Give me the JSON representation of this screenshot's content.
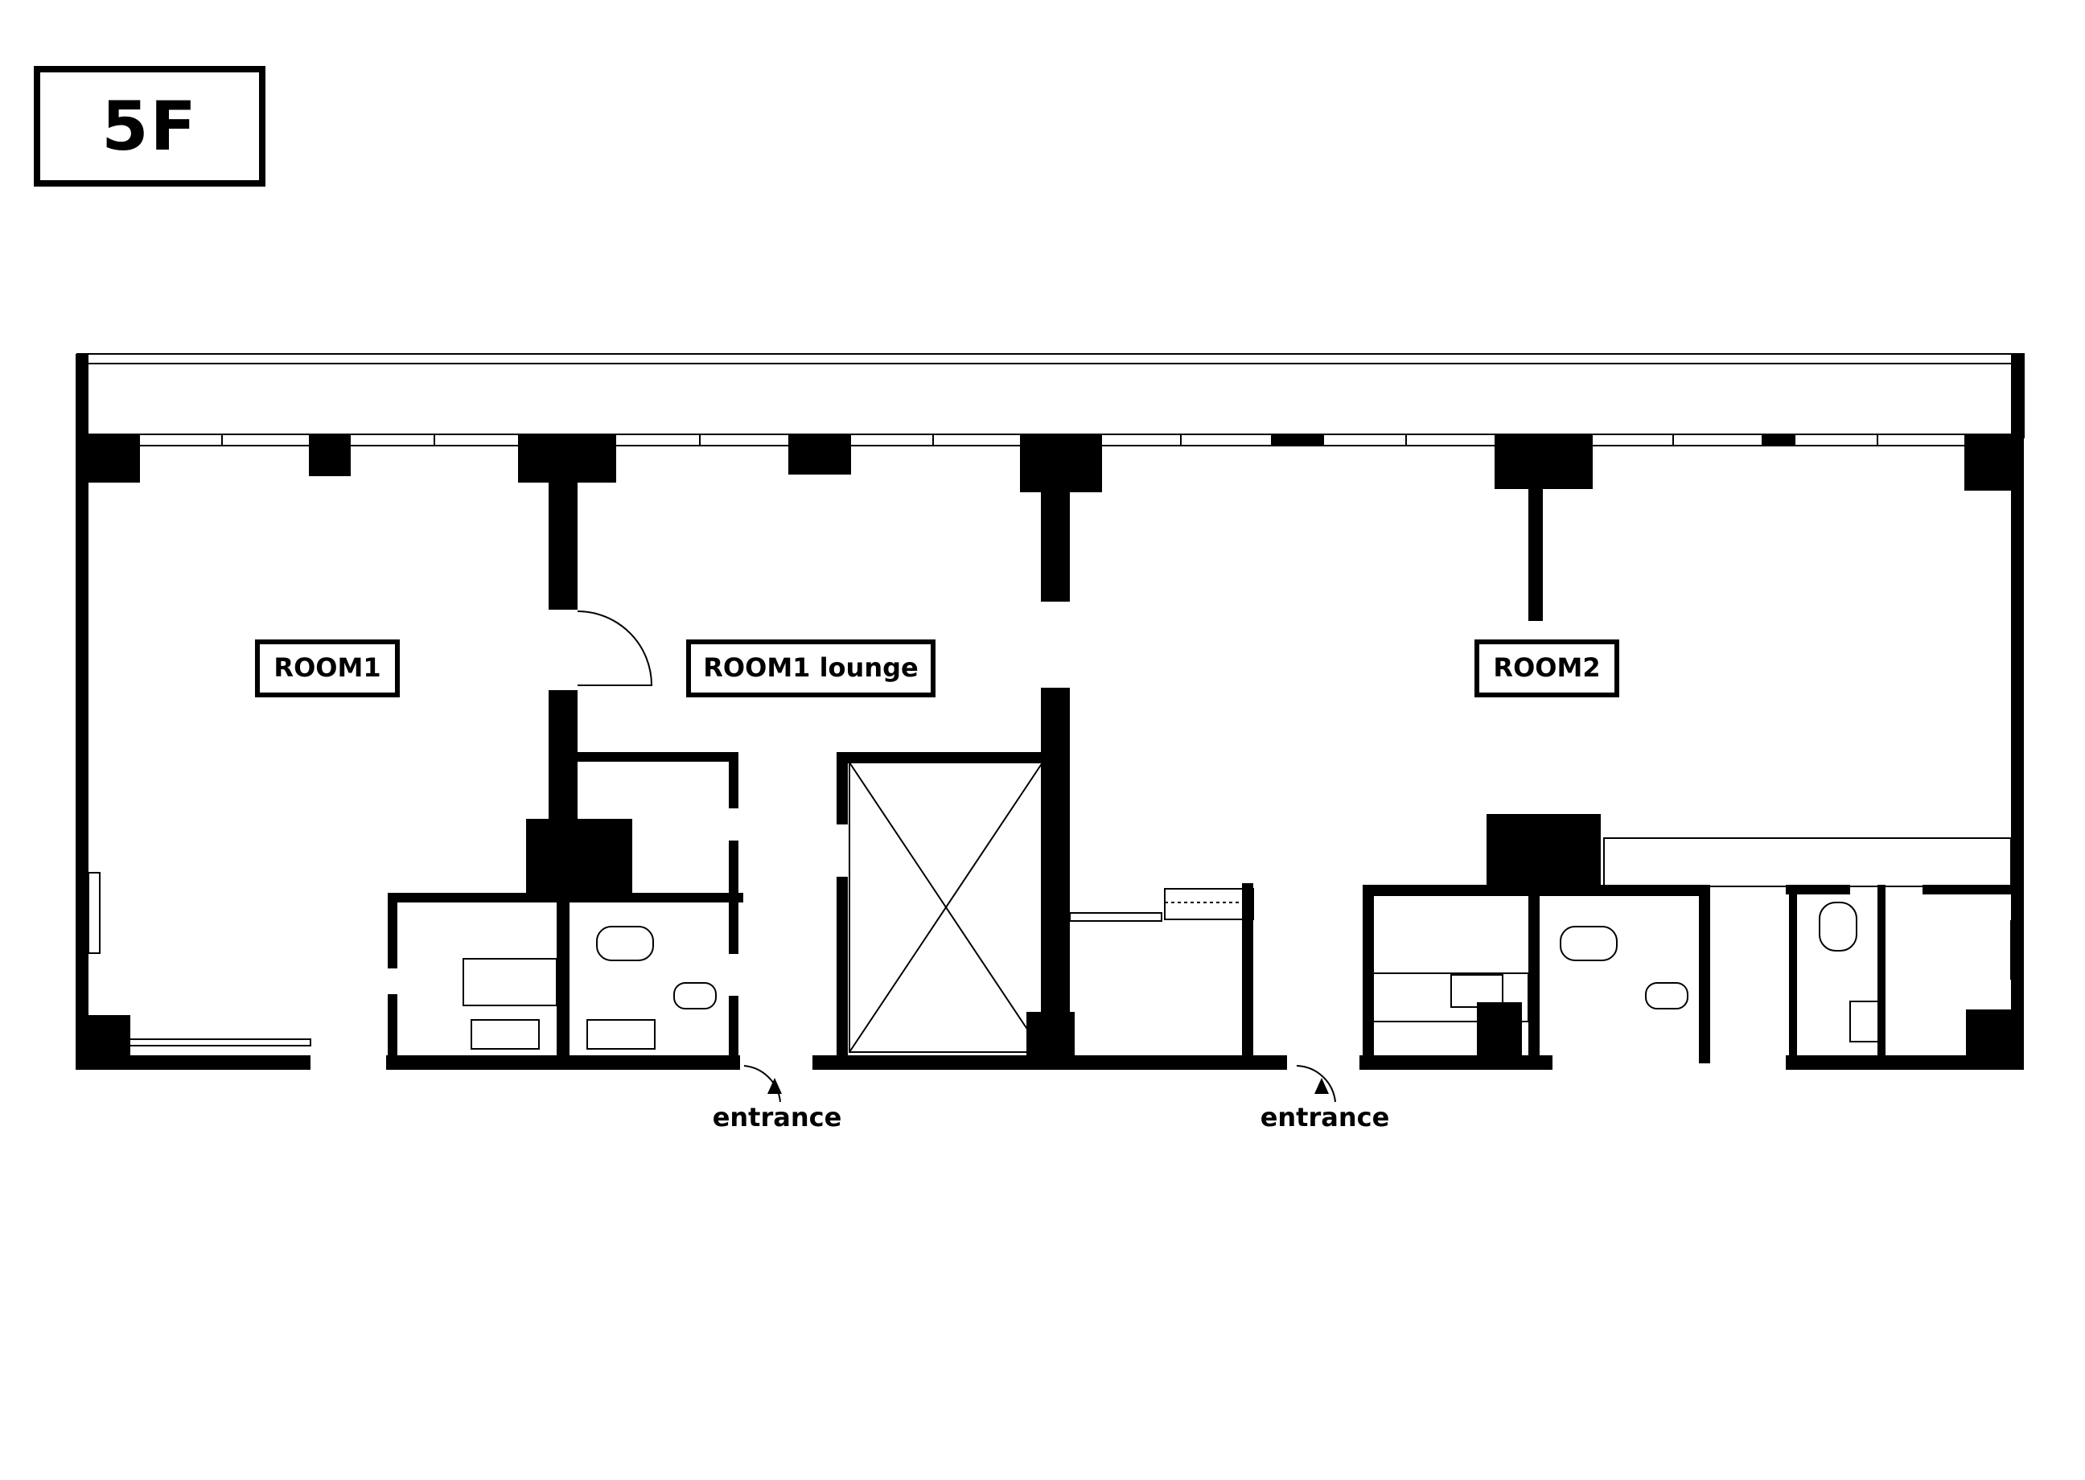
{
  "floor": {
    "label": "5F"
  },
  "rooms": [
    {
      "id": "room1",
      "label": "ROOM1"
    },
    {
      "id": "lounge",
      "label": "ROOM1 lounge"
    },
    {
      "id": "room2",
      "label": "ROOM2"
    }
  ],
  "entrances": [
    {
      "id": "entrance-1",
      "label": "entrance"
    },
    {
      "id": "entrance-2",
      "label": "entrance"
    }
  ]
}
